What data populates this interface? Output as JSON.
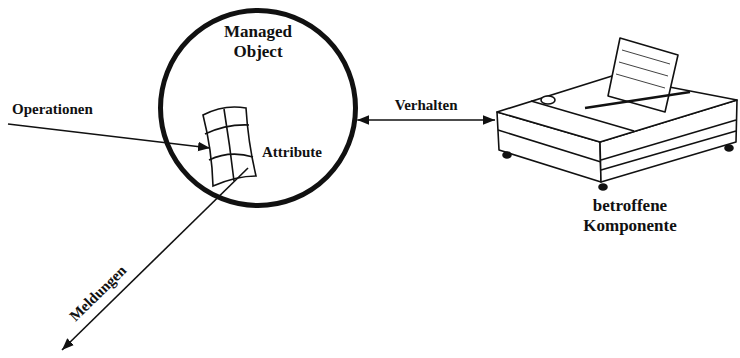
{
  "diagram": {
    "nodes": [
      {
        "text": [
          "Managed Object"
        ]
      },
      {
        "text": [
          "Attribute"
        ],
        "in": 0
      },
      {
        "text": [
          "betroffene Komponente"
        ]
      }
    ],
    "edges": [
      {
        "from": 0,
        "to": 2,
        "label": "Verhalten",
        "arrow": "both"
      }
    ],
    "labels": [
      "Operationen",
      "Meldungen"
    ]
  }
}
